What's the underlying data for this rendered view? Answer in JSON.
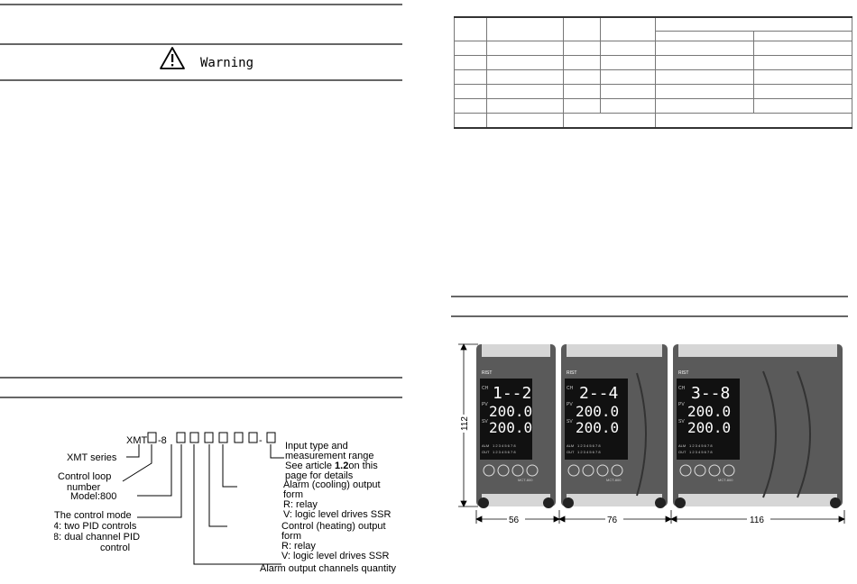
{
  "warning": {
    "label": "Warning"
  },
  "model": {
    "code_prefix": "XMT",
    "code_mid": "-8",
    "code_dash": "-",
    "labels": {
      "series": "XMT series",
      "loop_1": "Control loop",
      "loop_2": "number",
      "model_label": "Model:",
      "model_value": "800",
      "mode_1": "The control mode",
      "mode_2": "4: two PID controls",
      "mode_3": "8: dual channel PID",
      "mode_4": "control",
      "input_1": "Input type and",
      "input_2": "measurement range",
      "input_3": "See article",
      "input_3b": "1.2",
      "input_3c": "on this",
      "input_4": "page for details",
      "alarm_1": "Alarm (cooling) output",
      "alarm_2": "form",
      "alarm_3": "R: relay",
      "alarm_4": "V: logic level drives SSR",
      "ctrl_1": "Control (heating) output",
      "ctrl_2": "form",
      "ctrl_3": "R: relay",
      "ctrl_4": "V: logic level drives SSR",
      "alarm_qty": "Alarm output channels quantity"
    }
  },
  "devices": {
    "brand": "RIST",
    "model_name": "MCT-800",
    "ch_label": "CH",
    "pv_label": "PV",
    "sv_label": "SV",
    "alm_label": "ALM",
    "out_label": "OUT",
    "channel_numbers": "1 2 3 4 5 6 7 8",
    "units": [
      {
        "ch": "1--2",
        "pv": "200.0",
        "sv": "200.0"
      },
      {
        "ch": "2--4",
        "pv": "200.0",
        "sv": "200.0"
      },
      {
        "ch": "3--8",
        "pv": "200.0",
        "sv": "200.0"
      }
    ],
    "dimensions": {
      "height": "112",
      "w1": "56",
      "w2": "76",
      "w3": "116"
    }
  },
  "colors": {
    "rule": "#666666",
    "device_body": "#585858",
    "terminal": "#cfcfcf"
  }
}
